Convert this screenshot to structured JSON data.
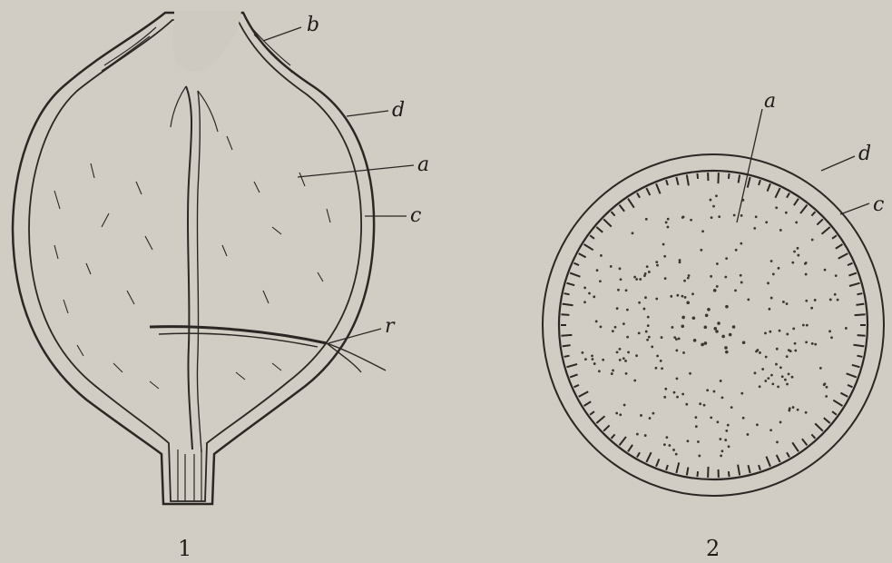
{
  "figures": [
    {
      "number": "1",
      "labels": [
        "b",
        "d",
        "a",
        "c",
        "r"
      ]
    },
    {
      "number": "2",
      "labels": [
        "a",
        "d",
        "c"
      ]
    }
  ],
  "colors": {
    "paper": "#cfcac1",
    "ink": "#2a2724",
    "inner": "#d8d4cc"
  }
}
